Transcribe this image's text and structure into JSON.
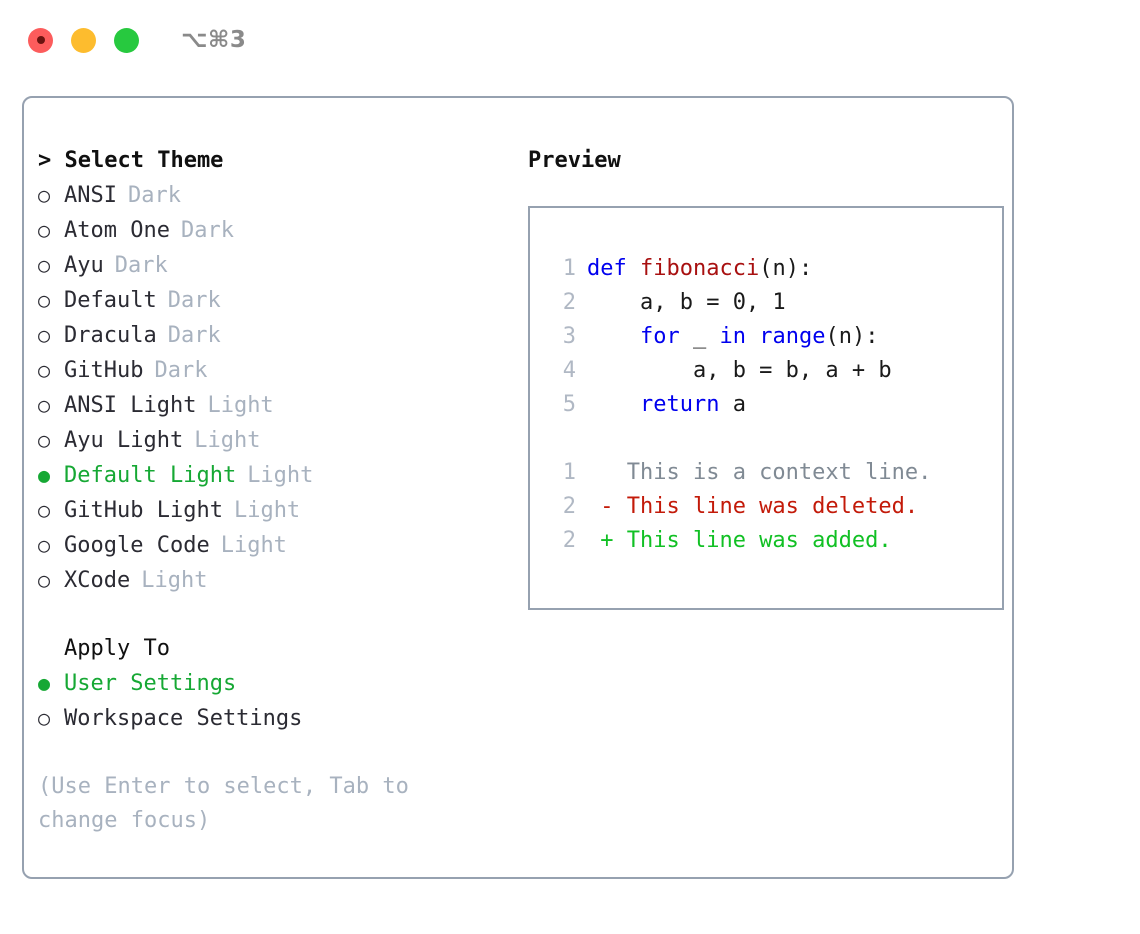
{
  "titlebar": {
    "shortcut": "⌥⌘3",
    "buttons": [
      {
        "name": "close",
        "color": "#fc5c5c"
      },
      {
        "name": "minimize",
        "color": "#fdbc2e"
      },
      {
        "name": "zoom",
        "color": "#27c93f"
      }
    ]
  },
  "theme_picker": {
    "header": "> Select Theme",
    "selected_bullet": "●",
    "unselected_bullet": "○",
    "accent_color": "#16a834",
    "items": [
      {
        "label": "ANSI",
        "badge": "Dark",
        "selected": false
      },
      {
        "label": "Atom One",
        "badge": "Dark",
        "selected": false
      },
      {
        "label": "Ayu",
        "badge": "Dark",
        "selected": false
      },
      {
        "label": "Default",
        "badge": "Dark",
        "selected": false
      },
      {
        "label": "Dracula",
        "badge": "Dark",
        "selected": false
      },
      {
        "label": "GitHub",
        "badge": "Dark",
        "selected": false
      },
      {
        "label": "ANSI Light",
        "badge": "Light",
        "selected": false
      },
      {
        "label": "Ayu Light",
        "badge": "Light",
        "selected": false
      },
      {
        "label": "Default Light",
        "badge": "Light",
        "selected": true
      },
      {
        "label": "GitHub Light",
        "badge": "Light",
        "selected": false
      },
      {
        "label": "Google Code",
        "badge": "Light",
        "selected": false
      },
      {
        "label": "XCode",
        "badge": "Light",
        "selected": false
      }
    ]
  },
  "apply_to": {
    "header": "Apply To",
    "items": [
      {
        "label": "User Settings",
        "selected": true
      },
      {
        "label": "Workspace Settings",
        "selected": false
      }
    ]
  },
  "hint": "(Use Enter to select, Tab to change focus)",
  "preview": {
    "title": "Preview",
    "code_lines": [
      {
        "no": "1",
        "tokens": [
          {
            "t": "def ",
            "k": "kw"
          },
          {
            "t": "fibonacci",
            "k": "fn"
          },
          {
            "t": "(n):",
            "k": "plain"
          }
        ]
      },
      {
        "no": "2",
        "tokens": [
          {
            "t": "    a, b = 0, 1",
            "k": "plain"
          }
        ]
      },
      {
        "no": "3",
        "tokens": [
          {
            "t": "    ",
            "k": "plain"
          },
          {
            "t": "for",
            "k": "kw"
          },
          {
            "t": " _ ",
            "k": "plain"
          },
          {
            "t": "in",
            "k": "kw"
          },
          {
            "t": " ",
            "k": "plain"
          },
          {
            "t": "range",
            "k": "kw"
          },
          {
            "t": "(n):",
            "k": "plain"
          }
        ]
      },
      {
        "no": "4",
        "tokens": [
          {
            "t": "        a, b = b, a + b",
            "k": "plain"
          }
        ]
      },
      {
        "no": "5",
        "tokens": [
          {
            "t": "    ",
            "k": "plain"
          },
          {
            "t": "return",
            "k": "kw"
          },
          {
            "t": " a",
            "k": "plain"
          }
        ]
      }
    ],
    "diff_lines": [
      {
        "no": "1",
        "marker": " ",
        "text": "This is a context line.",
        "kind": "ctx"
      },
      {
        "no": "2",
        "marker": "-",
        "text": "This line was deleted.",
        "kind": "del"
      },
      {
        "no": "2",
        "marker": "+",
        "text": "This line was added.",
        "kind": "add"
      }
    ],
    "colors": {
      "keyword": "#0000ee",
      "function": "#a81010",
      "plain": "#1a1a1a",
      "lineno": "#b0b8c4",
      "diff_context": "#808a94",
      "diff_deleted": "#c31a09",
      "diff_added": "#11c024"
    }
  }
}
